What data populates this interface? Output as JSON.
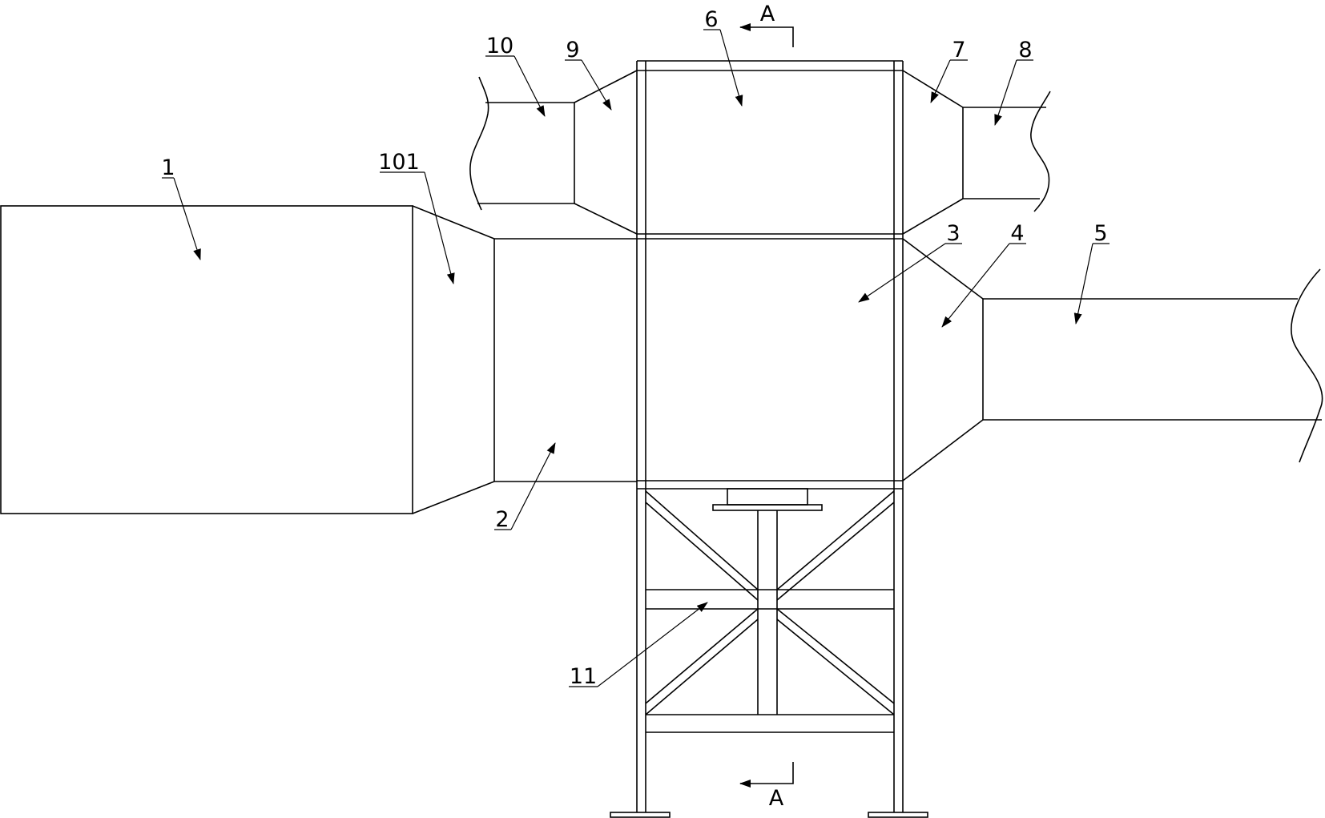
{
  "section_marker": "A",
  "part_labels": {
    "p1": "1",
    "p101": "101",
    "p2": "2",
    "p3": "3",
    "p4": "4",
    "p5": "5",
    "p6": "6",
    "p7": "7",
    "p8": "8",
    "p9": "9",
    "p10": "10",
    "p11": "11"
  }
}
